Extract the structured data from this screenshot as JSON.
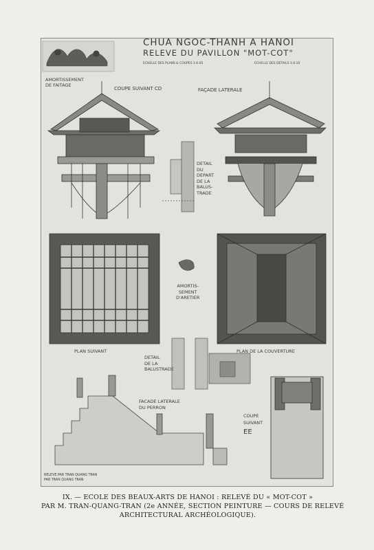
{
  "drawing": {
    "title_line1": "CHUA NGOC-THANH à HANOI",
    "title_line2": "RELEVE DU PAVILLON \"MOT-COT\"",
    "scale_left": "ECHELLE DES PLANS & COUPES 1:0.05",
    "scale_right": "ECHELLE DES DETAILS 1:0.10",
    "label_amortissement": [
      "AMORTISSEMENT",
      "DE FAITAGE"
    ],
    "label_coupe_cd": "COUPE SUIVANT CD",
    "label_facade_laterale": "FAÇADE LATERALE",
    "label_detail_depart": [
      "DETAIL",
      "DU",
      "DEPART",
      "DE LA",
      "BALUS-",
      "TRADE"
    ],
    "label_amortissement_arctier": [
      "AMORTIS-",
      "SEMENT",
      "D'ARETIER"
    ],
    "label_plan_suivant": "PLAN SUIVANT",
    "label_plan_couverture": "PLAN DE LA COUVERTURE",
    "label_detail_balustrade": [
      "DETAIL",
      "DE LA",
      "BALUSTRADE"
    ],
    "label_facade_perron": [
      "FACADE LATERALE",
      "DU PERRON"
    ],
    "label_coupe_ee": [
      "COUPE",
      "SUIVANT",
      "EE"
    ],
    "signature": [
      "RELEVE PAR TRAN QUANG TRAN",
      "PAR TRAN QUANG TRAN"
    ]
  },
  "caption": {
    "line1": "IX. — ECOLE DES BEAUX-ARTS DE HANOI : RELEVÉ DU « MOT-COT »",
    "line2": "PAR M. TRAN-QUANG-TRAN (2e ANNÉE, SECTION PEINTURE — COURS DE RELEVÉ",
    "line3": "ARCHITECTURAL ARCHÉOLOGIQUE)."
  }
}
